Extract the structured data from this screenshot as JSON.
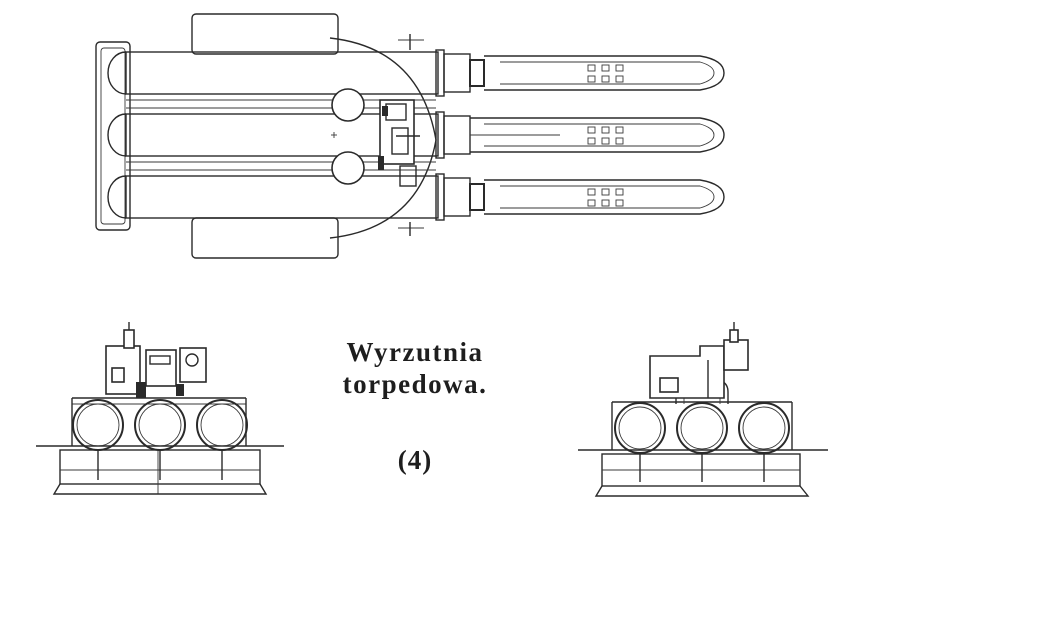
{
  "caption": {
    "title_line1": "Wyrzutnia",
    "title_line2": "torpedowa.",
    "figure_number": "(4)"
  }
}
